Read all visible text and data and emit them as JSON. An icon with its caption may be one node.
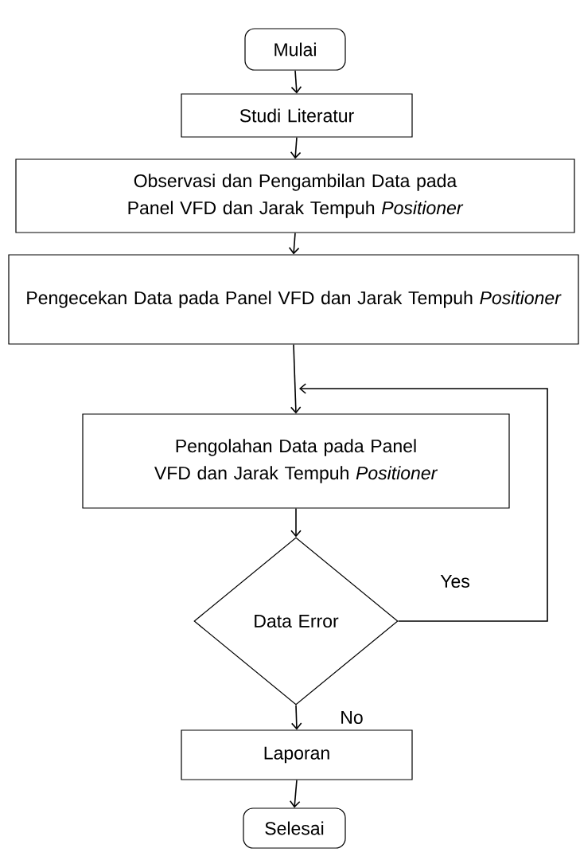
{
  "diagram": {
    "nodes": [
      {
        "text": [
          "Mulai"
        ]
      },
      {
        "text": [
          "Studi Literatur"
        ]
      },
      {
        "text": [
          "Observasi dan Pengambilan Data pada Panel VFD dan Jarak Tempuh *Positioner*"
        ]
      },
      {
        "text": [
          "Pengecekan Data pada Panel VFD dan Jarak Tempuh *Positioner*"
        ]
      },
      {
        "text": [
          "Pengolahan Data pada Panel VFD dan Jarak Tempuh *Positioner*"
        ]
      },
      {
        "text": [
          "Data Error"
        ]
      },
      {
        "text": [
          "Laporan"
        ]
      },
      {
        "text": [
          "Selesai"
        ]
      }
    ],
    "edges": [
      {
        "from": 0,
        "to": 1,
        "arrow": "to"
      },
      {
        "from": 1,
        "to": 2,
        "arrow": "to"
      },
      {
        "from": 2,
        "to": 3,
        "arrow": "to"
      },
      {
        "from": 3,
        "to": 4,
        "arrow": "to"
      },
      {
        "from": 4,
        "to": 5,
        "arrow": "to"
      },
      {
        "from": 5,
        "to": 4,
        "arrow": "to",
        "label": "Yes"
      },
      {
        "from": 5,
        "to": 6,
        "arrow": "to",
        "label": "No"
      },
      {
        "from": 6,
        "to": 7,
        "arrow": "to"
      }
    ]
  }
}
